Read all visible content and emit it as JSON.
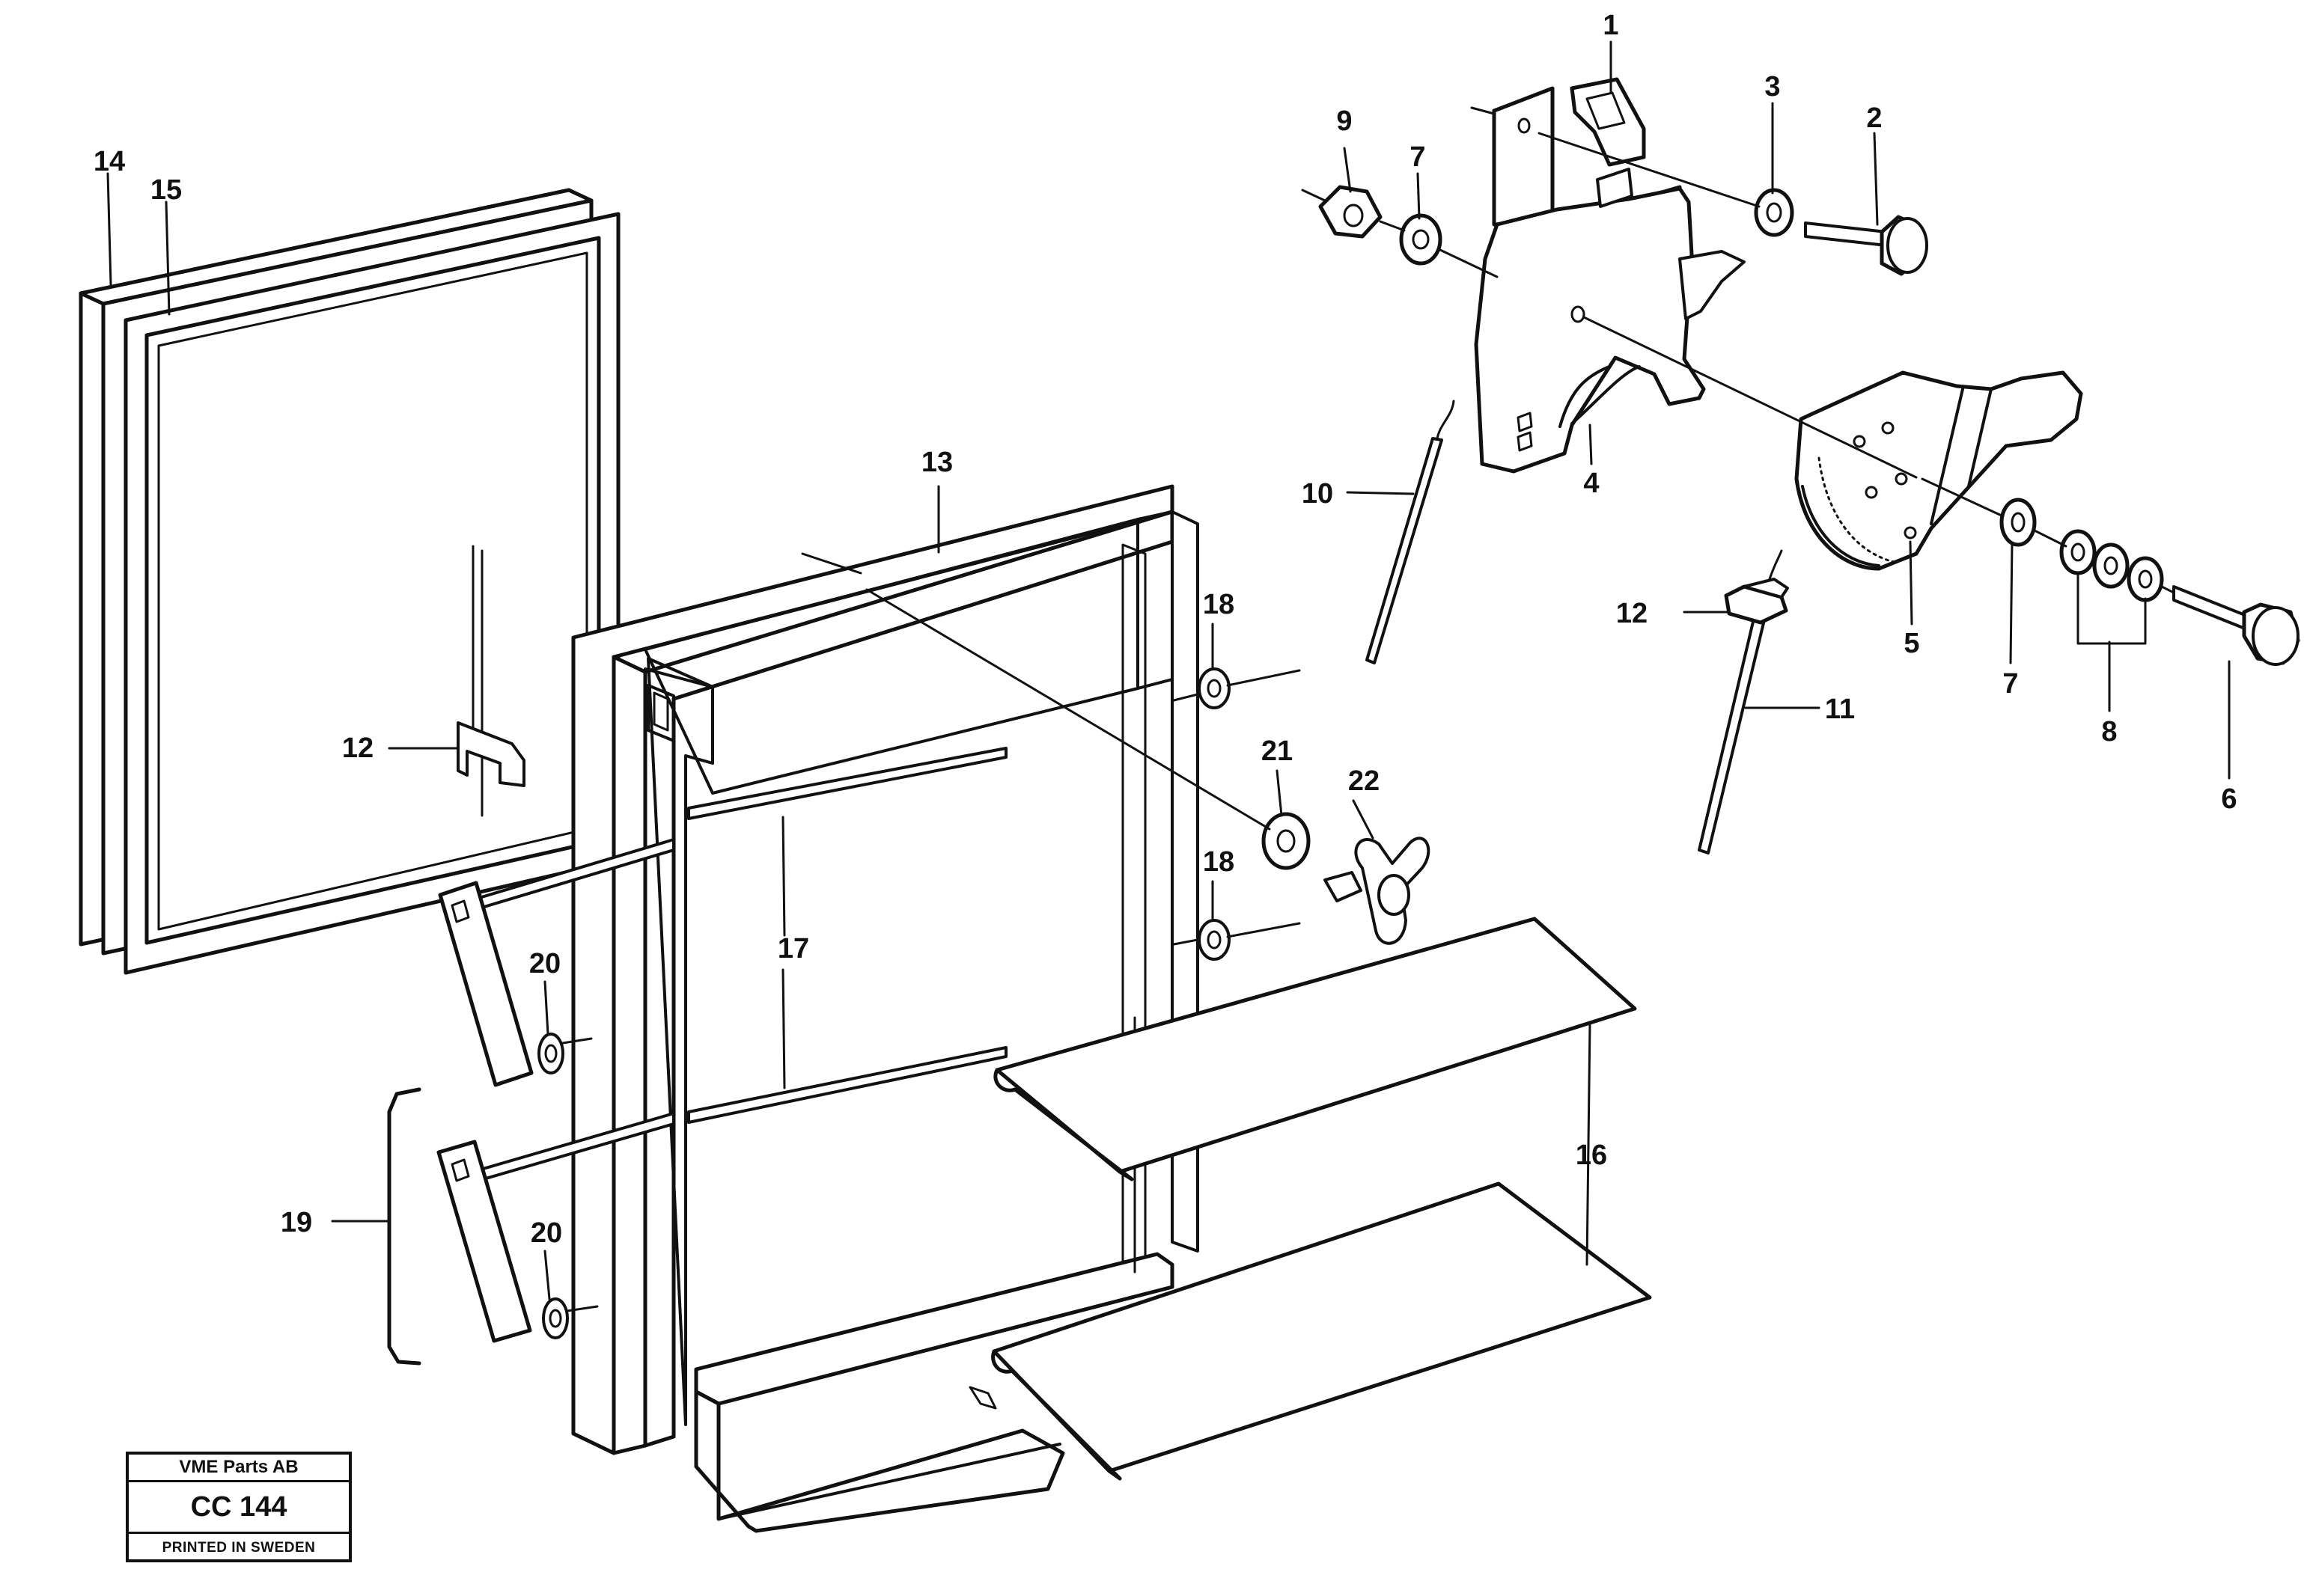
{
  "diagram": {
    "callouts": [
      {
        "id": "c1",
        "text": "1"
      },
      {
        "id": "c2",
        "text": "2"
      },
      {
        "id": "c3",
        "text": "3"
      },
      {
        "id": "c4",
        "text": "4"
      },
      {
        "id": "c5",
        "text": "5"
      },
      {
        "id": "c6",
        "text": "6"
      },
      {
        "id": "c7a",
        "text": "7"
      },
      {
        "id": "c7b",
        "text": "7"
      },
      {
        "id": "c8",
        "text": "8"
      },
      {
        "id": "c9",
        "text": "9"
      },
      {
        "id": "c10",
        "text": "10"
      },
      {
        "id": "c11",
        "text": "11"
      },
      {
        "id": "c12a",
        "text": "12"
      },
      {
        "id": "c12b",
        "text": "12"
      },
      {
        "id": "c13",
        "text": "13"
      },
      {
        "id": "c14",
        "text": "14"
      },
      {
        "id": "c15",
        "text": "15"
      },
      {
        "id": "c16",
        "text": "16"
      },
      {
        "id": "c17",
        "text": "17"
      },
      {
        "id": "c18a",
        "text": "18"
      },
      {
        "id": "c18b",
        "text": "18"
      },
      {
        "id": "c19",
        "text": "19"
      },
      {
        "id": "c20a",
        "text": "20"
      },
      {
        "id": "c20b",
        "text": "20"
      },
      {
        "id": "c21",
        "text": "21"
      },
      {
        "id": "c22",
        "text": "22"
      }
    ]
  },
  "title_block": {
    "company": "VME Parts AB",
    "code": "CC 144",
    "printed": "PRINTED IN SWEDEN"
  }
}
